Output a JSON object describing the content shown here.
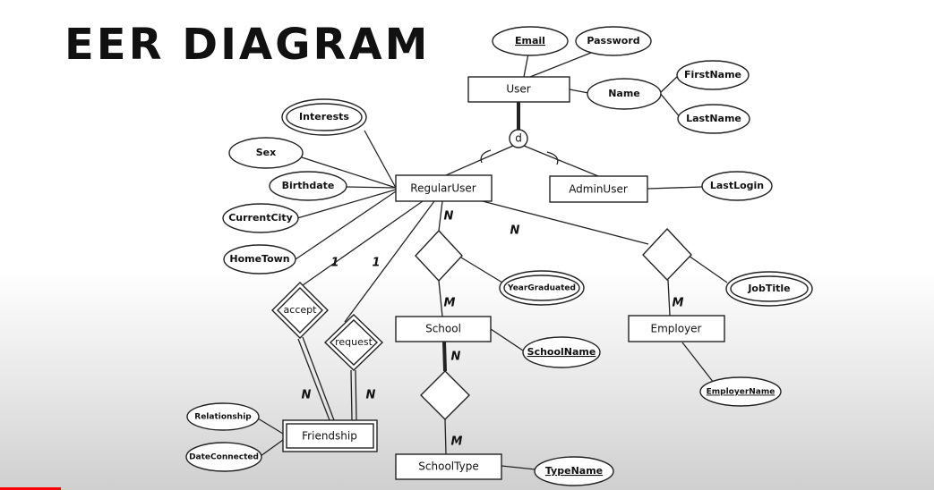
{
  "title": "EER DIAGRAM",
  "entities": {
    "user": "User",
    "regular_user": "RegularUser",
    "admin_user": "AdminUser",
    "school": "School",
    "employer": "Employer",
    "school_type": "SchoolType",
    "friendship": "Friendship"
  },
  "attributes": {
    "email": "Email",
    "password": "Password",
    "name": "Name",
    "first_name": "FirstName",
    "last_name": "LastName",
    "last_login": "LastLogin",
    "interests": "Interests",
    "sex": "Sex",
    "birthdate": "Birthdate",
    "current_city": "CurrentCity",
    "home_town": "HomeTown",
    "year_graduated": "YearGraduated",
    "job_title": "JobTitle",
    "school_name": "SchoolName",
    "employer_name": "EmployerName",
    "type_name": "TypeName",
    "relationship": "Relationship",
    "date_connected": "DateConnected"
  },
  "relationships": {
    "accept": "accept",
    "request": "request"
  },
  "specialization": {
    "symbol": "d"
  },
  "cardinalities": {
    "one": "1",
    "many_n": "N",
    "many_m": "M"
  }
}
